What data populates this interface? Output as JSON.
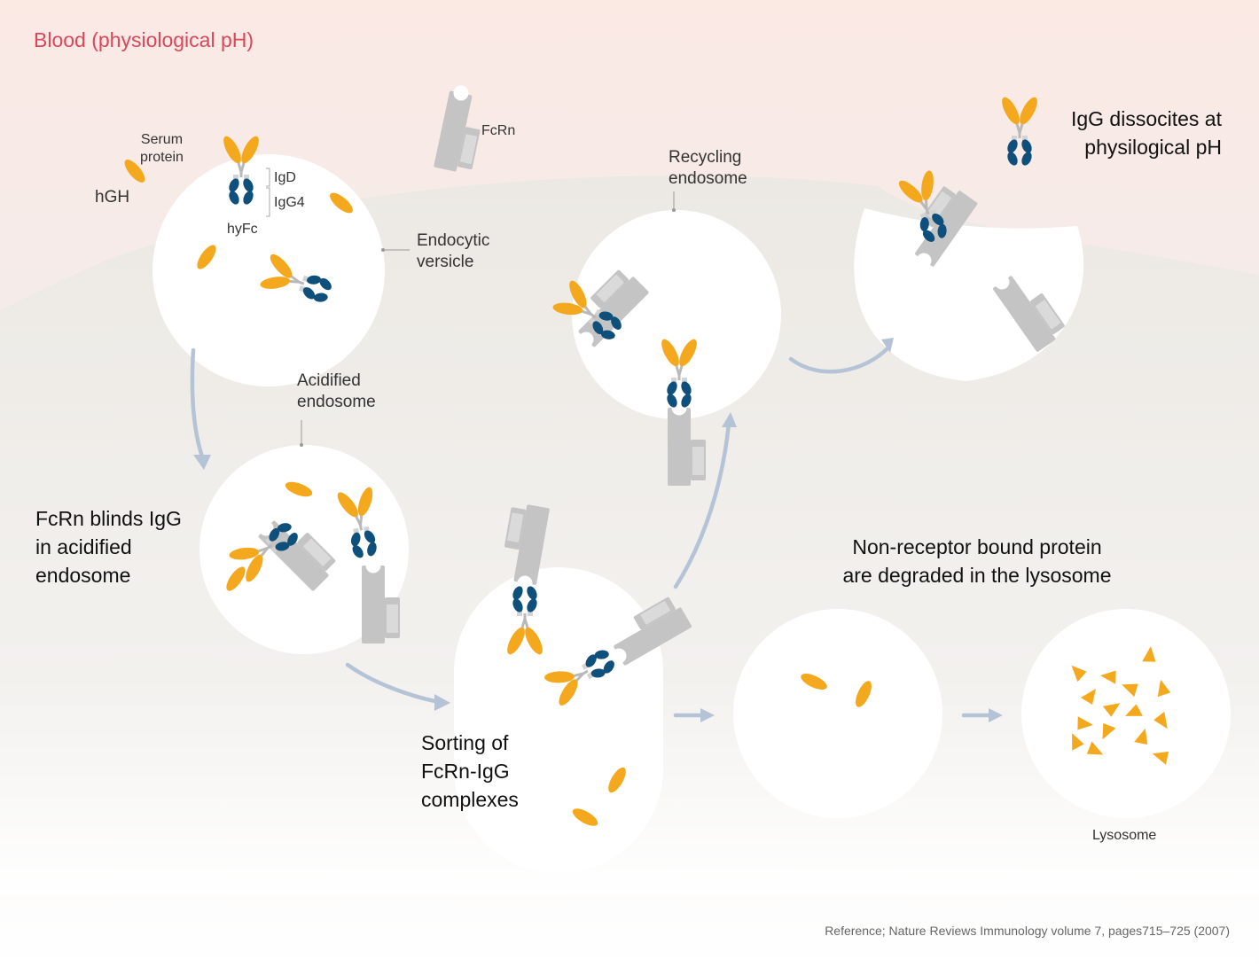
{
  "labels": {
    "blood": "Blood (physiological pH)",
    "serum_protein": [
      "Serum",
      "protein"
    ],
    "hgh": "hGH",
    "igd": "IgD",
    "igg4": "IgG4",
    "hyfc": "hyFc",
    "fcrn": "FcRn",
    "endocytic_vesicle": [
      "Endocytic",
      "versicle"
    ],
    "recycling_endosome": [
      "Recycling",
      "endosome"
    ],
    "igg_dissociates": [
      "IgG dissocites at",
      "physilogical pH"
    ],
    "acidified_endosome": [
      "Acidified",
      "endosome"
    ],
    "fcrn_binds": [
      "FcRn blinds IgG",
      "in acidified",
      "endosome"
    ],
    "non_receptor": [
      "Non-receptor bound protein",
      "are degraded in the lysosome"
    ],
    "sorting": [
      "Sorting of",
      "FcRn-IgG",
      "complexes"
    ],
    "lysosome": "Lysosome",
    "reference": "Reference; Nature Reviews Immunology volume 7, pages715–725 (2007)"
  },
  "colors": {
    "blood_label": "#d9475a",
    "protein": "#f4a81d",
    "fc_domain": "#0f4f7c",
    "receptor": "#c4c4c4",
    "arrow": "#b5c3d6",
    "cell": "#efece8",
    "vesicle": "#ffffff"
  }
}
